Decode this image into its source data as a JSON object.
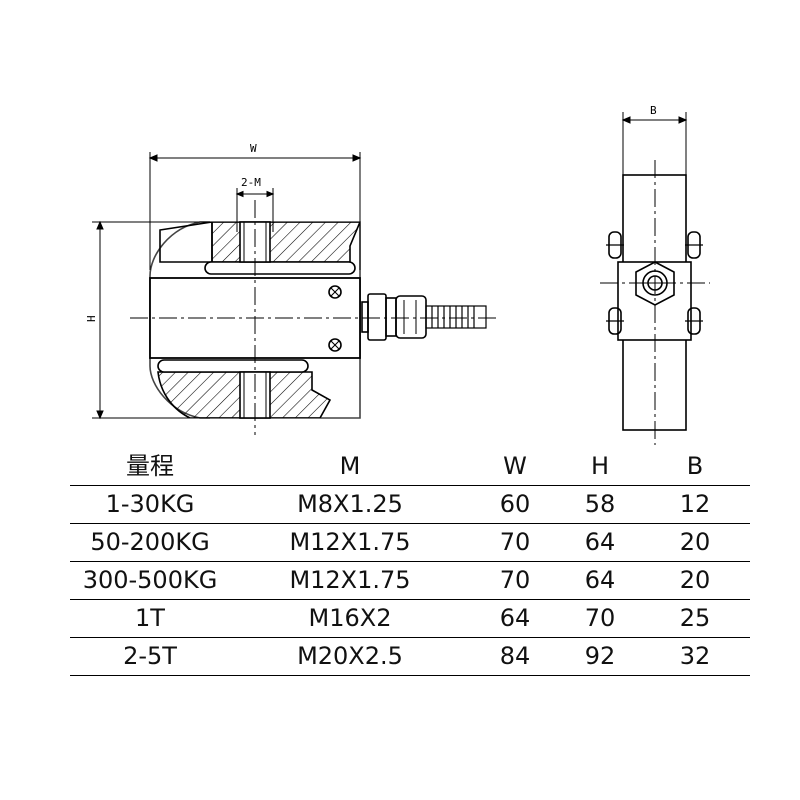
{
  "drawing": {
    "front_view": {
      "dim_w": "W",
      "dim_h": "H",
      "dim_m": "2-M"
    },
    "side_view": {
      "dim_b": "B"
    }
  },
  "table": {
    "headers": [
      "量程",
      "M",
      "W",
      "H",
      "B"
    ],
    "rows": [
      [
        "1-30KG",
        "M8X1.25",
        "60",
        "58",
        "12"
      ],
      [
        "50-200KG",
        "M12X1.75",
        "70",
        "64",
        "20"
      ],
      [
        "300-500KG",
        "M12X1.75",
        "70",
        "64",
        "20"
      ],
      [
        "1T",
        "M16X2",
        "64",
        "70",
        "25"
      ],
      [
        "2-5T",
        "M20X2.5",
        "84",
        "92",
        "32"
      ]
    ]
  }
}
